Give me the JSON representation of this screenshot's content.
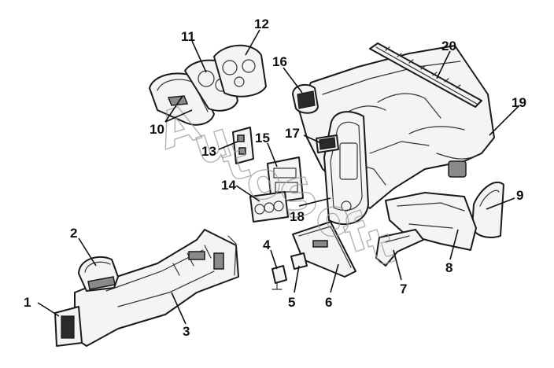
{
  "callouts": {
    "c1": "1",
    "c2": "2",
    "c3": "3",
    "c4": "4",
    "c5": "5",
    "c6": "6",
    "c7": "7",
    "c8": "8",
    "c9": "9",
    "c10": "10",
    "c11": "11",
    "c12": "12",
    "c13": "13",
    "c14": "14",
    "c15": "15",
    "c16": "16",
    "c17": "17",
    "c18": "18",
    "c19": "19",
    "c20": "20"
  },
  "watermark": [
    "A",
    "u",
    "t",
    "o",
    "S",
    "o",
    "f",
    "t"
  ]
}
